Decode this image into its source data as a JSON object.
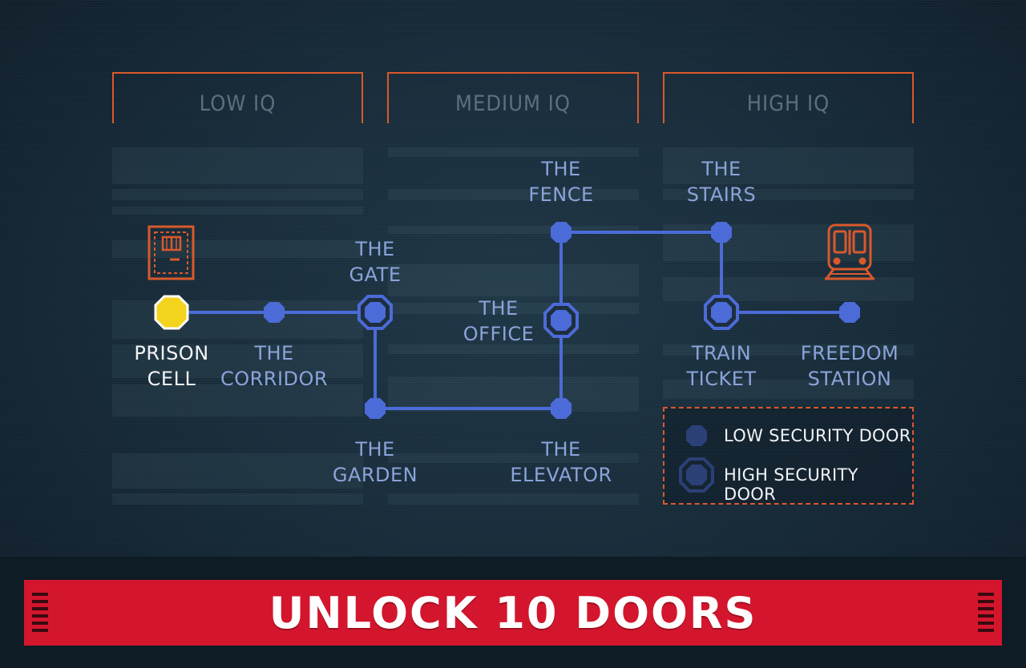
{
  "tiers": [
    {
      "label": "LOW IQ"
    },
    {
      "label": "MEDIUM IQ"
    },
    {
      "label": "HIGH IQ"
    }
  ],
  "nodes": {
    "prison_cell": {
      "label": "PRISON\nCELL",
      "door": "start"
    },
    "corridor": {
      "label": "THE\nCORRIDOR",
      "door": "low"
    },
    "gate": {
      "label": "THE\nGATE",
      "door": "high"
    },
    "garden": {
      "label": "THE\nGARDEN",
      "door": "low"
    },
    "elevator": {
      "label": "THE\nELEVATOR",
      "door": "low"
    },
    "office": {
      "label": "THE\nOFFICE",
      "door": "high"
    },
    "fence": {
      "label": "THE\nFENCE",
      "door": "low"
    },
    "stairs": {
      "label": "THE\nSTAIRS",
      "door": "low"
    },
    "train_ticket": {
      "label": "TRAIN\nTICKET",
      "door": "high"
    },
    "freedom_station": {
      "label": "FREEDOM\nSTATION",
      "door": "low"
    }
  },
  "icons": {
    "start_icon": "prison-door-icon",
    "end_icon": "train-icon"
  },
  "legend": {
    "low_label": "LOW SECURITY DOOR",
    "high_label": "HIGH SECURITY DOOR"
  },
  "banner": {
    "title": "UNLOCK 10 DOORS"
  },
  "colors": {
    "path": "#4a6ad8",
    "node": "#4a6ad8",
    "start_node": "#f3d31c",
    "accent_orange": "#d9582a",
    "banner_red": "#d3162d"
  }
}
